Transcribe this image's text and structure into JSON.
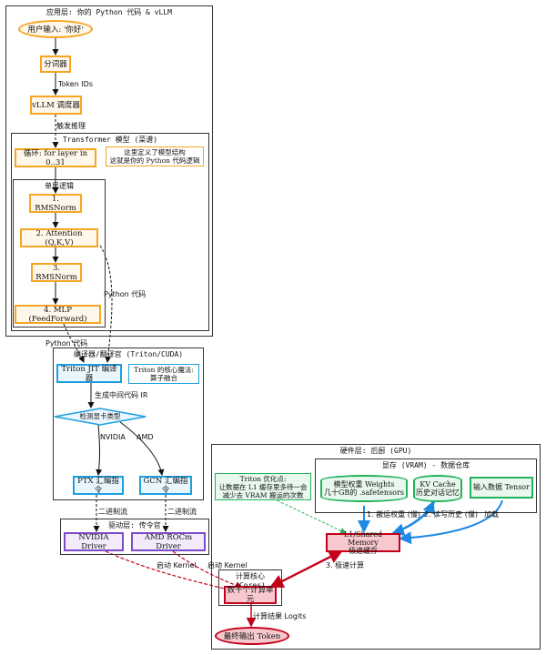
{
  "clusters": {
    "app": "应用层: 你的 Python 代码 & vLLM",
    "transformer": "Transformer 模型 (菜谱)",
    "single_layer": "单层逻辑",
    "compiler": "编译器/翻译官 (Triton/CUDA)",
    "driver": "驱动层: 传令官",
    "hardware": "硬件层: 后厨 (GPU)",
    "vram": "显存 (VRAM) - 数据仓库",
    "cores": "计算核心 (Cores)"
  },
  "nodes": {
    "user_input": "用户输入: '你好'",
    "tokenizer": "分词器",
    "scheduler": "vLLM 调度器",
    "loop": "循环: for layer in 0..31",
    "loop_note": "这里定义了模型结构\n这就是你的 Python 代码逻辑",
    "rmsnorm1": "1. RMSNorm",
    "attention": "2. Attention (Q,K,V)",
    "rmsnorm2": "3. RMSNorm",
    "mlp": "4. MLP (FeedForward)",
    "triton_jit": "Triton JIT 编译器",
    "triton_note": "Triton 的核心魔法:\n算子融合",
    "detect_gpu": "检测显卡类型",
    "ptx": "PTX 汇编指令",
    "gcn": "GCN 汇编指令",
    "nvidia_driver": "NVIDIA Driver",
    "amd_driver": "AMD ROCm Driver",
    "weights": "模型权重 Weights\n几十GB的 .safetensors",
    "kv_cache": "KV Cache\n历史对话记忆",
    "input_tensor": "输入数据 Tensor",
    "triton_opt_note": "Triton 优化点:\n让数据在 L1 缓存里多待一会\n减少去 VRAM 搬运的次数",
    "l1": "L1/Shared Memory\n极速缓存",
    "compute_units": "数千个计算单元",
    "output": "最终输出 Token"
  },
  "edges": {
    "token_ids": "Token IDs",
    "trigger": "触发推理",
    "python_code_1": "Python 代码",
    "python_code_2": "Python 代码",
    "generate_ir": "生成中间代码 IR",
    "nvidia": "NVIDIA",
    "amd": "AMD",
    "binary_1": "二进制流",
    "binary_2": "二进制流",
    "launch_kernel_1": "启动 Kernel",
    "launch_kernel_2": "启动 Kernel",
    "move_weights": "1. 搬运权重 (慢)",
    "rw_history": "2. 读写历史 (慢)",
    "load": "加载",
    "fast_compute": "3. 极速计算",
    "logits": "计算结果 Logits"
  },
  "colors": {
    "orange": "#f5a623",
    "blue": "#1ea0e0",
    "purple": "#7b4bc8",
    "red": "#c4001a",
    "green": "#22b35a"
  }
}
